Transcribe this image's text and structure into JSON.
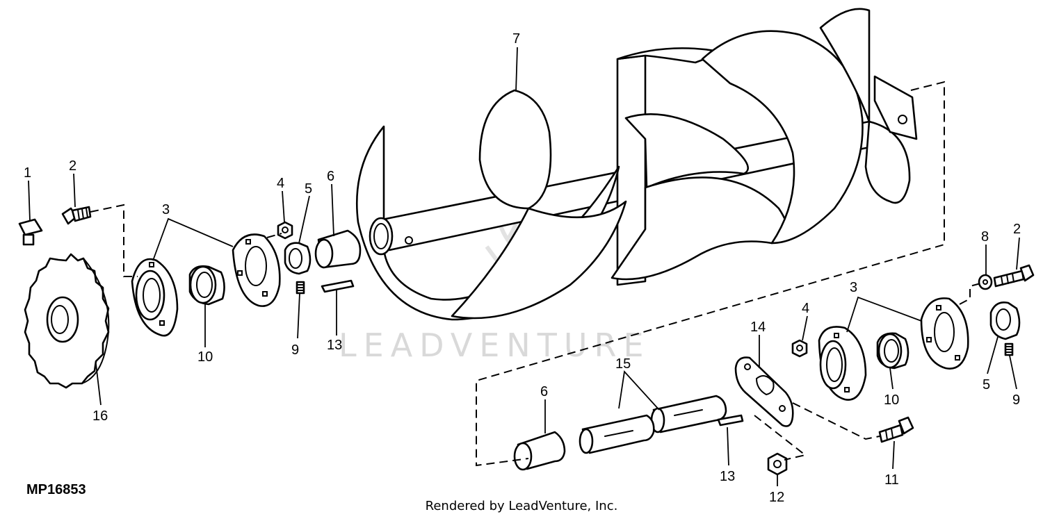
{
  "diagram": {
    "watermark": "LEADVENTURE",
    "drawing_code": "MP16853",
    "credit": "Rendered by LeadVenture, Inc.",
    "callouts": [
      {
        "id": "c1",
        "label": "1"
      },
      {
        "id": "c2a",
        "label": "2"
      },
      {
        "id": "c3a",
        "label": "3"
      },
      {
        "id": "c4a",
        "label": "4"
      },
      {
        "id": "c5a",
        "label": "5"
      },
      {
        "id": "c6a",
        "label": "6"
      },
      {
        "id": "c7",
        "label": "7"
      },
      {
        "id": "c9a",
        "label": "9"
      },
      {
        "id": "c10a",
        "label": "10"
      },
      {
        "id": "c13a",
        "label": "13"
      },
      {
        "id": "c16",
        "label": "16"
      },
      {
        "id": "c8",
        "label": "8"
      },
      {
        "id": "c2b",
        "label": "2"
      },
      {
        "id": "c3b",
        "label": "3"
      },
      {
        "id": "c4b",
        "label": "4"
      },
      {
        "id": "c14",
        "label": "14"
      },
      {
        "id": "c15",
        "label": "15"
      },
      {
        "id": "c6b",
        "label": "6"
      },
      {
        "id": "c13b",
        "label": "13"
      },
      {
        "id": "c12",
        "label": "12"
      },
      {
        "id": "c11",
        "label": "11"
      },
      {
        "id": "c10b",
        "label": "10"
      },
      {
        "id": "c5b",
        "label": "5"
      },
      {
        "id": "c9b",
        "label": "9"
      }
    ]
  }
}
